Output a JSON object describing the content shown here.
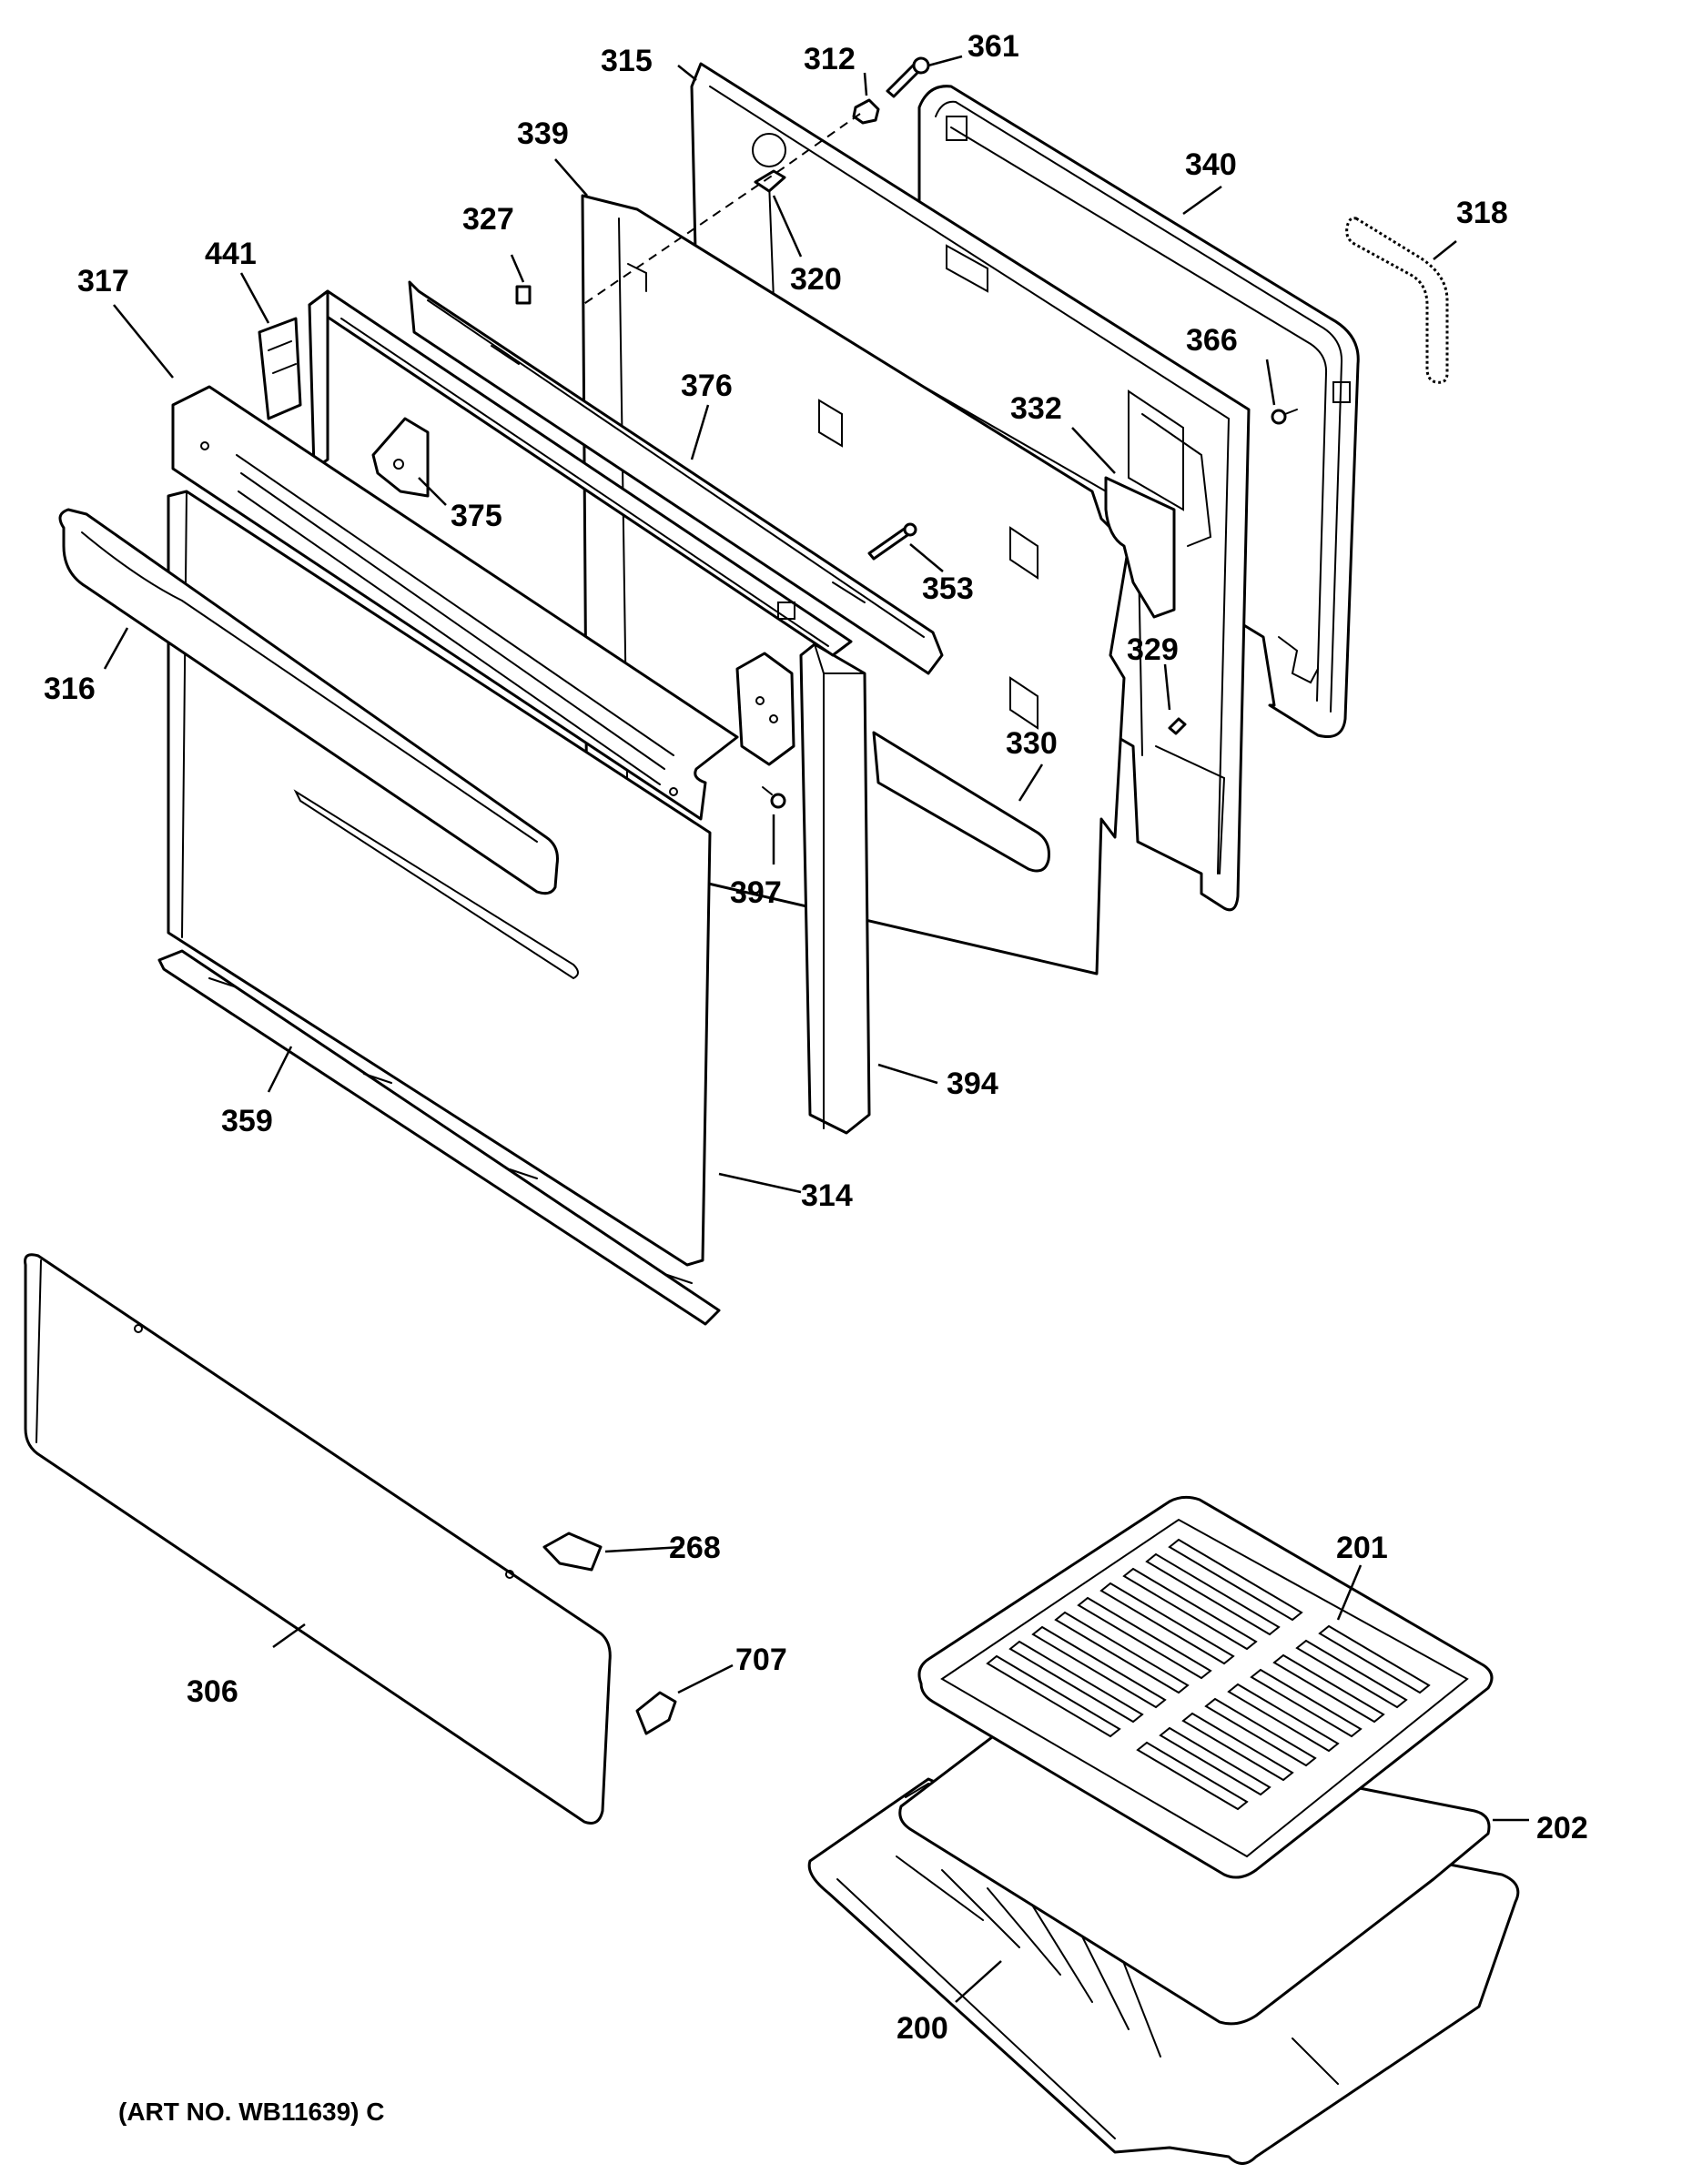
{
  "diagram": {
    "art_number": "(ART NO. WB11639) C",
    "labels": [
      {
        "id": "315",
        "text": "315"
      },
      {
        "id": "312",
        "text": "312"
      },
      {
        "id": "361",
        "text": "361"
      },
      {
        "id": "339",
        "text": "339"
      },
      {
        "id": "340",
        "text": "340"
      },
      {
        "id": "327",
        "text": "327"
      },
      {
        "id": "320",
        "text": "320"
      },
      {
        "id": "318",
        "text": "318"
      },
      {
        "id": "441",
        "text": "441"
      },
      {
        "id": "317",
        "text": "317"
      },
      {
        "id": "376",
        "text": "376"
      },
      {
        "id": "366",
        "text": "366"
      },
      {
        "id": "332",
        "text": "332"
      },
      {
        "id": "375",
        "text": "375"
      },
      {
        "id": "353",
        "text": "353"
      },
      {
        "id": "316",
        "text": "316"
      },
      {
        "id": "329",
        "text": "329"
      },
      {
        "id": "330",
        "text": "330"
      },
      {
        "id": "397",
        "text": "397"
      },
      {
        "id": "394",
        "text": "394"
      },
      {
        "id": "359",
        "text": "359"
      },
      {
        "id": "314",
        "text": "314"
      },
      {
        "id": "268",
        "text": "268"
      },
      {
        "id": "201",
        "text": "201"
      },
      {
        "id": "707",
        "text": "707"
      },
      {
        "id": "306",
        "text": "306"
      },
      {
        "id": "202",
        "text": "202"
      },
      {
        "id": "200",
        "text": "200"
      }
    ]
  }
}
